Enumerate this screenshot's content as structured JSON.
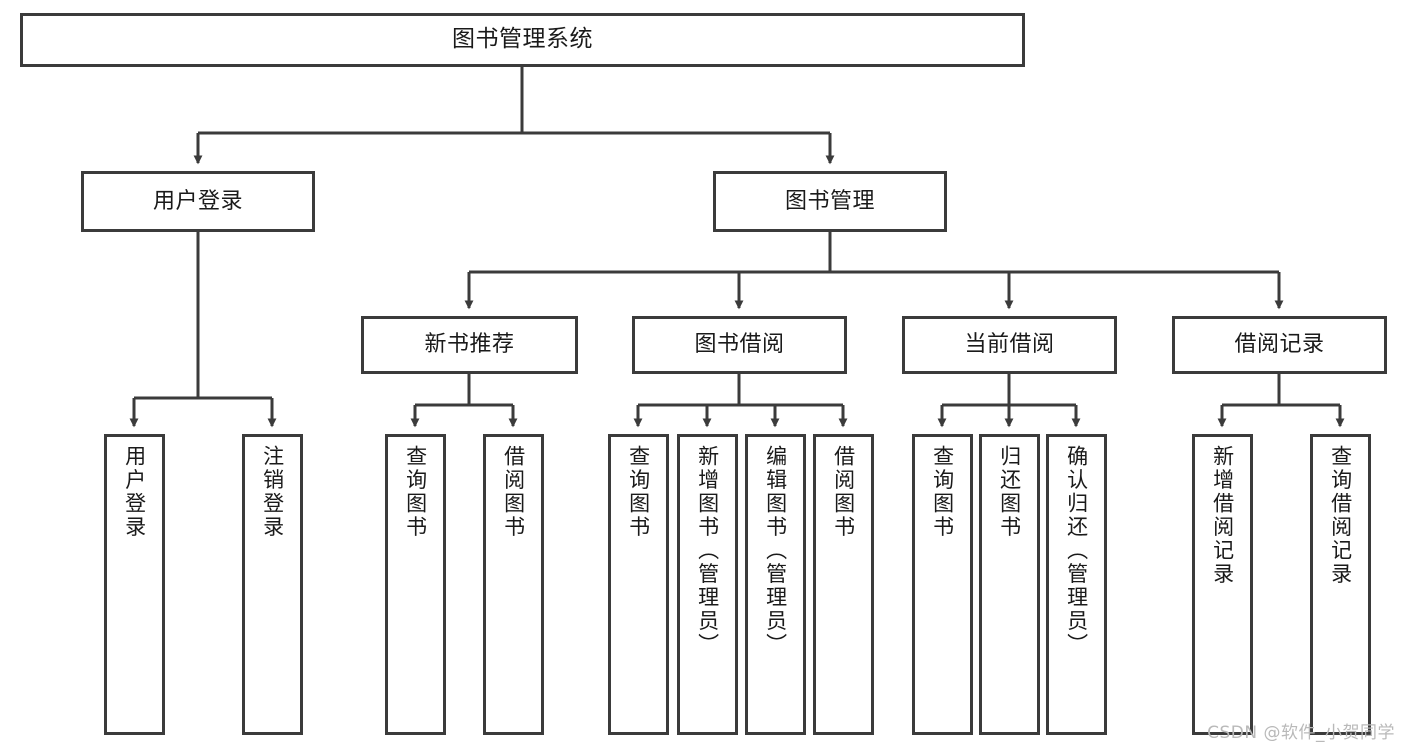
{
  "diagram": {
    "title": "图书管理系统",
    "watermark": "CSDN @软件_小贺同学",
    "type": "tree",
    "colors": {
      "stroke": "#3b3b3b",
      "fill": "#ffffff",
      "text": "#1a1a1a",
      "watermark": "#b9b9b9"
    },
    "levels": {
      "root": [
        "图书管理系统"
      ],
      "level2": [
        "用户登录",
        "图书管理"
      ],
      "level3": [
        "新书推荐",
        "图书借阅",
        "当前借阅",
        "借阅记录"
      ],
      "leaves": [
        "用户登录",
        "注销登录",
        "查询图书",
        "借阅图书",
        "查询图书",
        "新增图书（管理员）",
        "编辑图书（管理员）",
        "借阅图书",
        "查询图书",
        "归还图书",
        "确认归还（管理员）",
        "新增借阅记录",
        "查询借阅记录"
      ]
    },
    "nodes": {
      "root": {
        "label": "图书管理系统"
      },
      "user_login": {
        "label": "用户登录"
      },
      "book_mgmt": {
        "label": "图书管理"
      },
      "new_book_rec": {
        "label": "新书推荐"
      },
      "book_borrow": {
        "label": "图书借阅"
      },
      "current_borrow": {
        "label": "当前借阅"
      },
      "borrow_record": {
        "label": "借阅记录"
      },
      "leaf_user_login": {
        "label": "用户登录"
      },
      "leaf_logout": {
        "label": "注销登录"
      },
      "leaf_query_book_1": {
        "label": "查询图书"
      },
      "leaf_borrow_book_1": {
        "label": "借阅图书"
      },
      "leaf_query_book_2": {
        "label": "查询图书"
      },
      "leaf_add_book": {
        "label": "新增图书（管理员）"
      },
      "leaf_edit_book": {
        "label": "编辑图书（管理员）"
      },
      "leaf_borrow_book_2": {
        "label": "借阅图书"
      },
      "leaf_query_book_3": {
        "label": "查询图书"
      },
      "leaf_return_book": {
        "label": "归还图书"
      },
      "leaf_confirm_return": {
        "label": "确认归还（管理员）"
      },
      "leaf_add_record": {
        "label": "新增借阅记录"
      },
      "leaf_query_record": {
        "label": "查询借阅记录"
      }
    },
    "edges": [
      {
        "from": "root",
        "to": "user_login"
      },
      {
        "from": "root",
        "to": "book_mgmt"
      },
      {
        "from": "user_login",
        "to": "leaf_user_login"
      },
      {
        "from": "user_login",
        "to": "leaf_logout"
      },
      {
        "from": "book_mgmt",
        "to": "new_book_rec"
      },
      {
        "from": "book_mgmt",
        "to": "book_borrow"
      },
      {
        "from": "book_mgmt",
        "to": "current_borrow"
      },
      {
        "from": "book_mgmt",
        "to": "borrow_record"
      },
      {
        "from": "new_book_rec",
        "to": "leaf_query_book_1"
      },
      {
        "from": "new_book_rec",
        "to": "leaf_borrow_book_1"
      },
      {
        "from": "book_borrow",
        "to": "leaf_query_book_2"
      },
      {
        "from": "book_borrow",
        "to": "leaf_add_book"
      },
      {
        "from": "book_borrow",
        "to": "leaf_edit_book"
      },
      {
        "from": "book_borrow",
        "to": "leaf_borrow_book_2"
      },
      {
        "from": "current_borrow",
        "to": "leaf_query_book_3"
      },
      {
        "from": "current_borrow",
        "to": "leaf_return_book"
      },
      {
        "from": "current_borrow",
        "to": "leaf_confirm_return"
      },
      {
        "from": "borrow_record",
        "to": "leaf_add_record"
      },
      {
        "from": "borrow_record",
        "to": "leaf_query_record"
      }
    ]
  }
}
